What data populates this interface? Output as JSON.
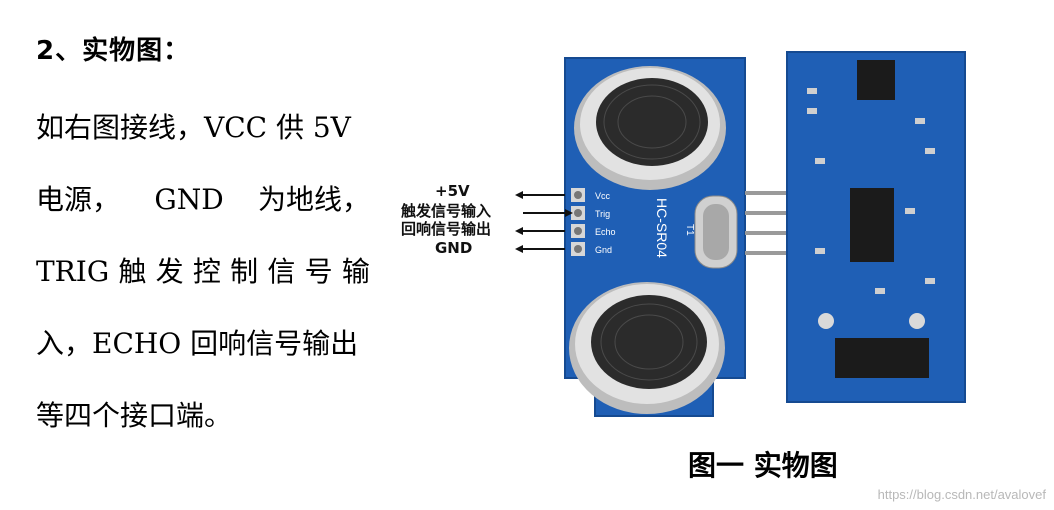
{
  "heading": "2、实物图：",
  "paragraph": {
    "line1": "如右图接线，VCC 供 5V",
    "line2": [
      "电源，",
      "GND",
      "为地线，"
    ],
    "line3": [
      "TRIG",
      "触",
      "发",
      "控",
      "制",
      "信",
      "号",
      "输"
    ],
    "line4": "入，ECHO 回响信号输出",
    "line5": "等四个接口端。"
  },
  "figure": {
    "pin_labels": [
      "+5V",
      "触发信号输入",
      "回响信号输出",
      "GND"
    ],
    "silkscreen": {
      "pins": [
        "Vcc",
        "Trig",
        "Echo",
        "Gnd"
      ],
      "model": "HC-SR04",
      "crystal": "T1"
    },
    "colors": {
      "pcb": "#1f5fb5",
      "pcb_dark": "#154a91",
      "metal": "#c9c9c9",
      "mesh": "#2b2b2b"
    }
  },
  "caption": "图一  实物图",
  "watermark": "https://blog.csdn.net/avalovef"
}
